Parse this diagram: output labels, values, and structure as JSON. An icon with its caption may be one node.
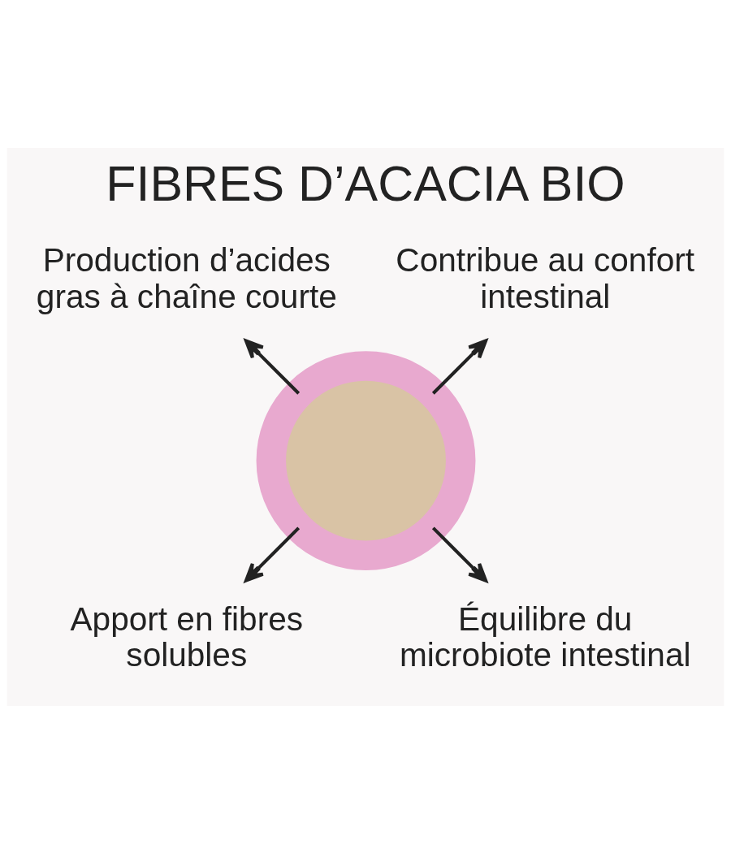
{
  "diagram": {
    "title": "FIBRES D’ACACIA BIO",
    "nodes": [
      {
        "text": [],
        "shape": "circle"
      },
      {
        "text": [
          "Contribue au confort intestinal"
        ]
      },
      {
        "text": [
          "Production d’acides gras à chaîne courte"
        ]
      },
      {
        "text": [
          "Apport en fibres solubles"
        ]
      },
      {
        "text": [
          "Équilibre du microbiote intestinal"
        ]
      }
    ],
    "edges": [
      {
        "from": 0,
        "to": 1,
        "arrow": "to"
      },
      {
        "from": 0,
        "to": 2,
        "arrow": "to"
      },
      {
        "from": 0,
        "to": 3,
        "arrow": "to"
      },
      {
        "from": 0,
        "to": 4,
        "arrow": "to"
      }
    ]
  }
}
